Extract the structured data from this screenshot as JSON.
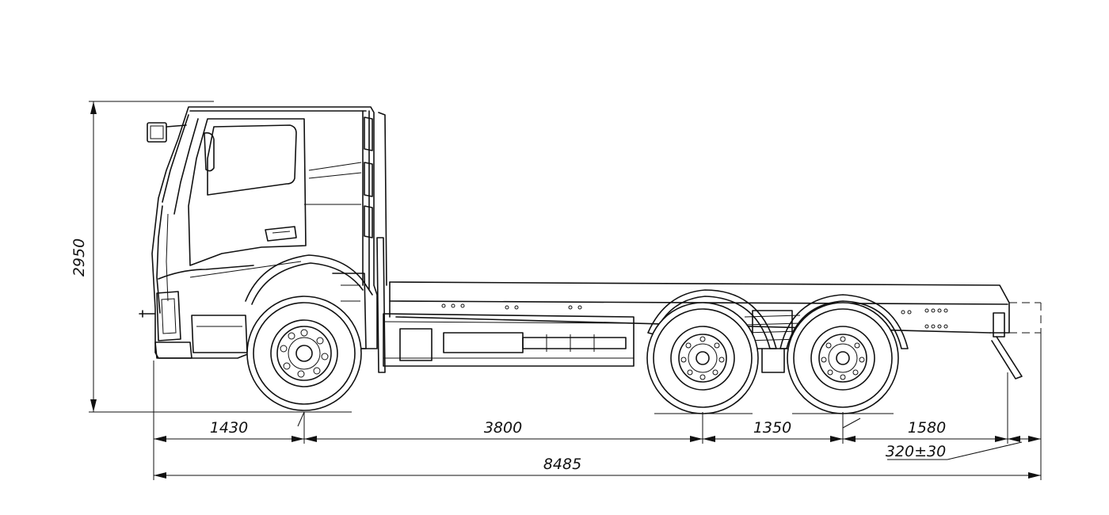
{
  "dimensions": {
    "height": "2950",
    "front_overhang": "1430",
    "wheelbase": "3800",
    "bogie_spacing": "1350",
    "rear_overhang": "1580",
    "frame_end_offset": "320±30",
    "overall_length": "8485"
  }
}
